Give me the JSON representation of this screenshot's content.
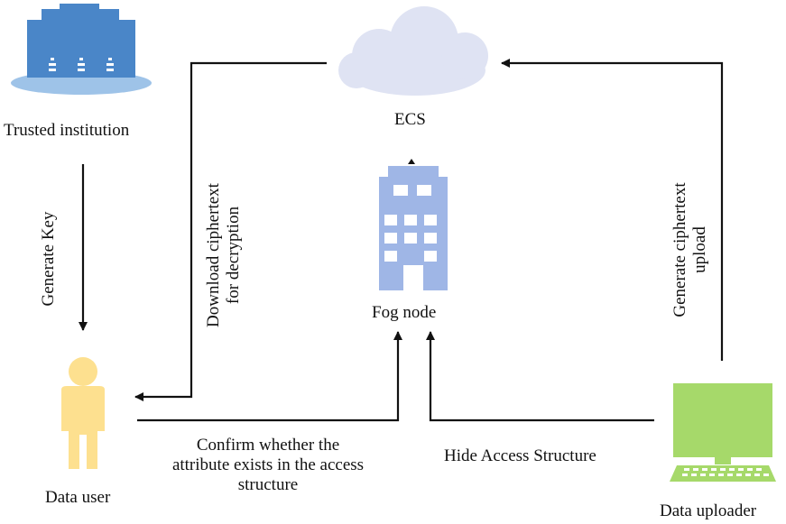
{
  "nodes": {
    "trusted_institution": "Trusted institution",
    "ecs": "ECS",
    "fog_node": "Fog node",
    "data_user": "Data user",
    "data_uploader": "Data uploader"
  },
  "edges": {
    "generate_key": "Generate Key",
    "download_line1": "Download ciphertext",
    "download_line2": "for decryption",
    "upload_line1": "Generate ciphertext",
    "upload_line2": "upload",
    "confirm_line1": "Confirm whether the",
    "confirm_line2": "attribute exists in the access",
    "confirm_line3": "structure",
    "hide_access": "Hide Access Structure"
  },
  "icons": {
    "trusted_institution": "building-icon",
    "ecs": "cloud-icon",
    "fog_node": "office-building-icon",
    "data_user": "person-icon",
    "data_uploader": "desktop-computer-icon"
  },
  "colors": {
    "institution_blue": "#4a86c8",
    "cloud": "#dfe3f3",
    "fog_building": "#9fb6e6",
    "person": "#fde08f",
    "computer": "#a6d96a"
  }
}
